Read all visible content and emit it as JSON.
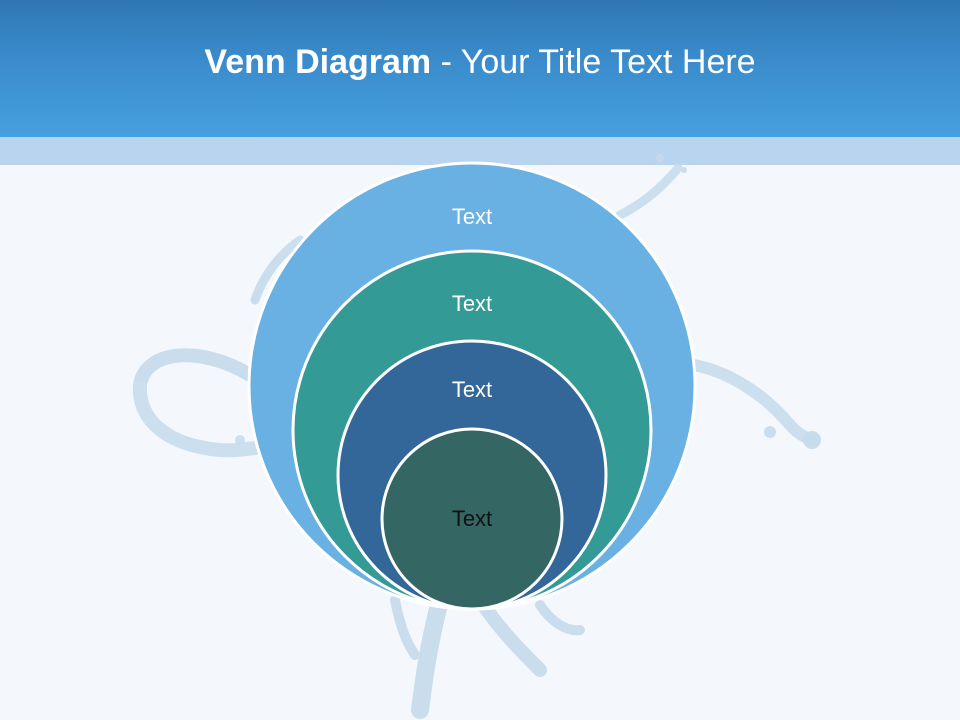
{
  "slide": {
    "title_bold": "Venn Diagram",
    "title_rest": " - Your Title Text Here"
  },
  "diagram": {
    "circles": [
      {
        "label": "Text",
        "color": "#68b1e2",
        "text_color": "#ffffff"
      },
      {
        "label": "Text",
        "color": "#349a96",
        "text_color": "#ffffff"
      },
      {
        "label": "Text",
        "color": "#336699",
        "text_color": "#ffffff"
      },
      {
        "label": "Text",
        "color": "#346664",
        "text_color": "#111111"
      }
    ],
    "background_decoration": "water-splash",
    "header_color": "#3b8ccc",
    "band_color": "#b9d4ee"
  }
}
